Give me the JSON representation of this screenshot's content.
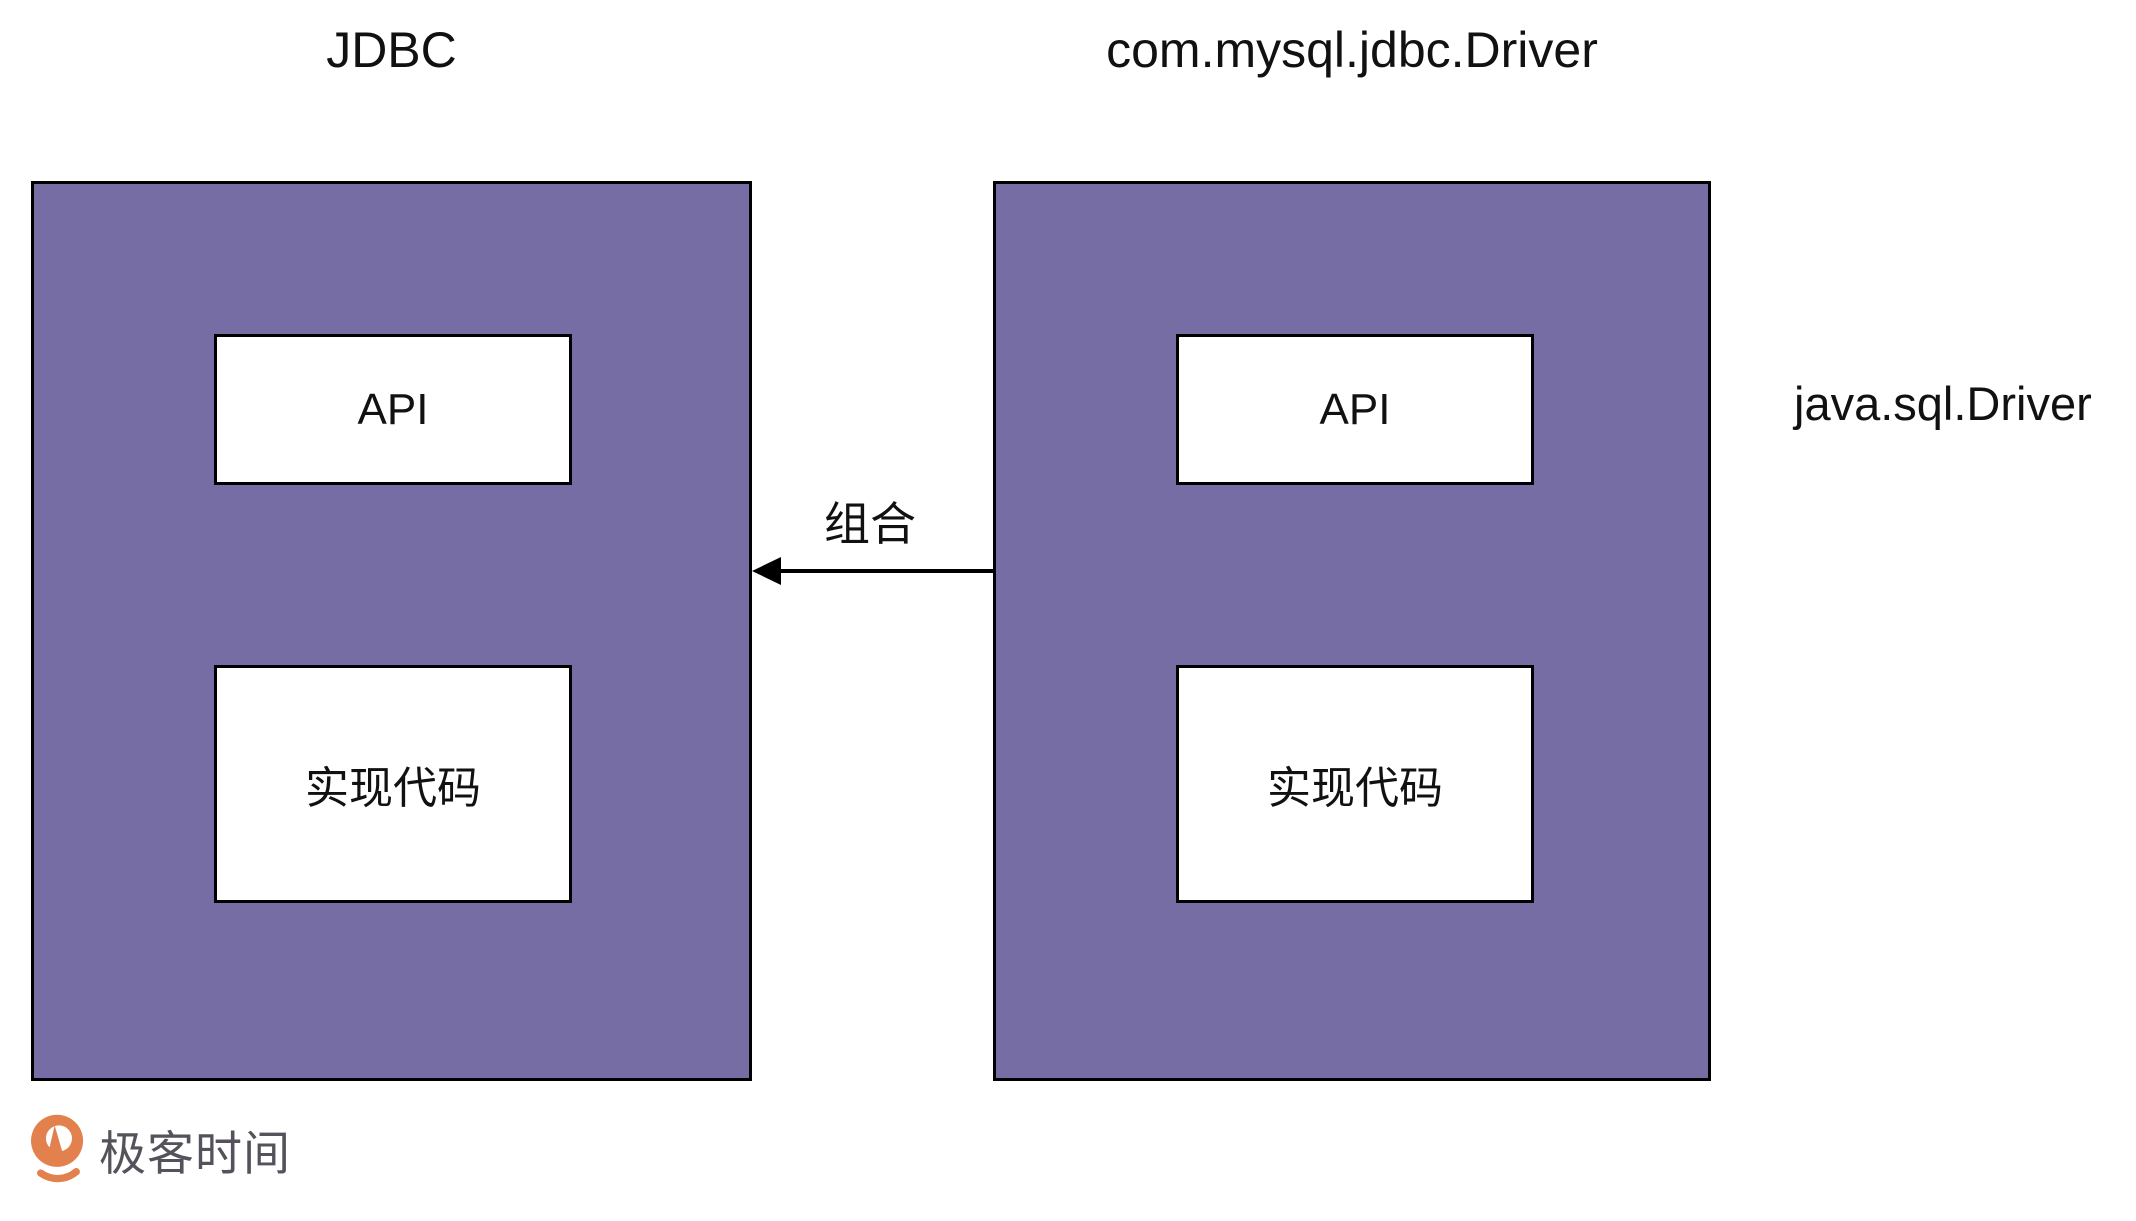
{
  "diagram": {
    "left_module": {
      "title": "JDBC",
      "api_label": "API",
      "impl_label": "实现代码"
    },
    "right_module": {
      "title": "com.mysql.jdbc.Driver",
      "api_label": "API",
      "impl_label": "实现代码"
    },
    "side_label": "java.sql.Driver",
    "arrow": {
      "label": "组合",
      "direction": "right-to-left"
    },
    "colors": {
      "module_fill": "#756DA4",
      "module_border": "#000000",
      "inner_box_fill": "#FFFFFF",
      "arrow_color": "#000000",
      "logo_orange": "#E2814D",
      "logo_text_color": "#55525B"
    },
    "footer": {
      "logo_icon": "geektime-logo-icon",
      "logo_text": "极客时间"
    }
  }
}
